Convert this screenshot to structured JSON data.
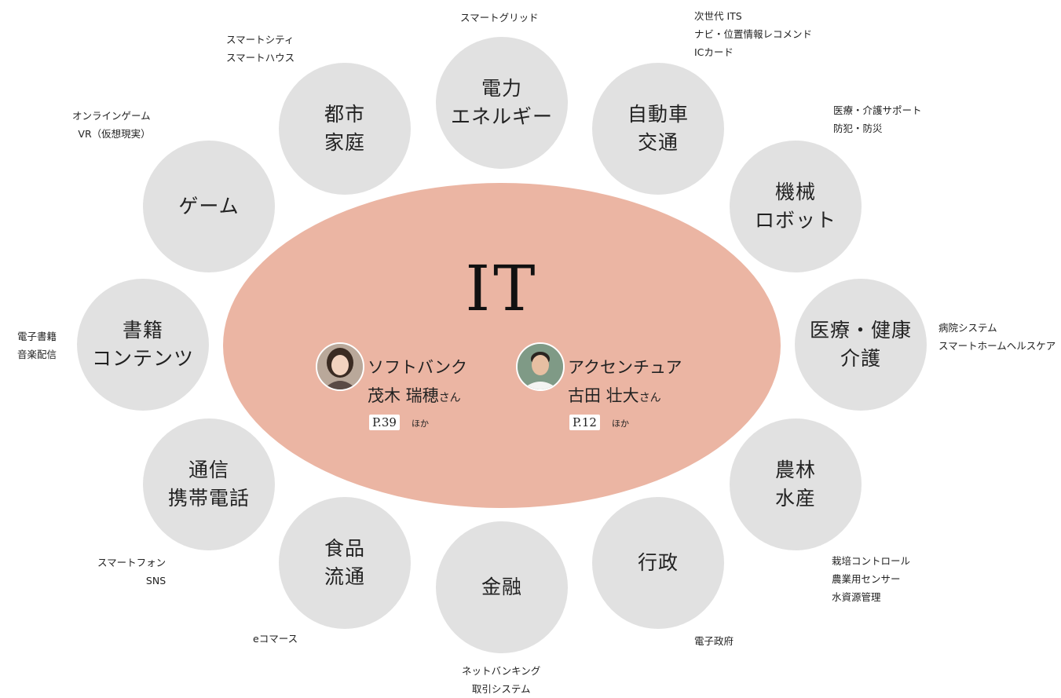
{
  "center": {
    "title": "IT",
    "people": [
      {
        "company": "ソフトバンク",
        "name": "茂木 瑞穂",
        "honorific": "さん",
        "page": "P.39",
        "suffix": "ほか"
      },
      {
        "company": "アクセンチュア",
        "name": "古田 壮大",
        "honorific": "さん",
        "page": "P.12",
        "suffix": "ほか"
      }
    ]
  },
  "fields": [
    {
      "label": "電力\nエネルギー",
      "notes": [
        "スマートグリッド"
      ]
    },
    {
      "label": "自動車\n交通",
      "notes": [
        "次世代 ITS",
        "ナビ・位置情報レコメンド",
        "ICカード"
      ]
    },
    {
      "label": "機械\nロボット",
      "notes": [
        "医療・介護サポート",
        "防犯・防災"
      ]
    },
    {
      "label": "医療・健康\n介護",
      "notes": [
        "病院システム",
        "スマートホームヘルスケア"
      ]
    },
    {
      "label": "農林\n水産",
      "notes": [
        "栽培コントロール",
        "農業用センサー",
        "水資源管理"
      ]
    },
    {
      "label": "行政",
      "notes": [
        "電子政府"
      ]
    },
    {
      "label": "金融",
      "notes": [
        "ネットバンキング",
        "取引システム"
      ]
    },
    {
      "label": "食品\n流通",
      "notes": [
        "eコマース"
      ]
    },
    {
      "label": "通信\n携帯電話",
      "notes": [
        "スマートフォン",
        "SNS"
      ]
    },
    {
      "label": "書籍\nコンテンツ",
      "notes": [
        "電子書籍",
        "音楽配信"
      ]
    },
    {
      "label": "ゲーム",
      "notes": [
        "オンラインゲーム",
        "VR（仮想現実）"
      ]
    },
    {
      "label": "都市\n家庭",
      "notes": [
        "スマートシティ",
        "スマートハウス"
      ]
    }
  ],
  "colors": {
    "center": "#ebb5a3",
    "bubble": "#e1e1e1",
    "tag": "#ffffff"
  }
}
